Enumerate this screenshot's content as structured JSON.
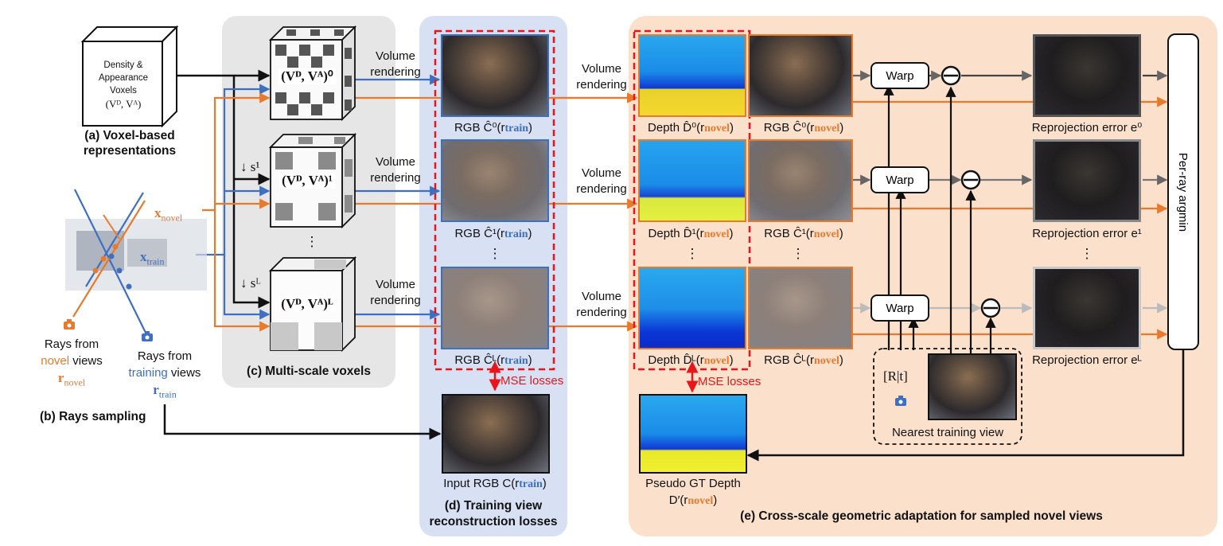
{
  "voxel_box": {
    "line1": "Density &",
    "line2": "Appearance",
    "line3": "Voxels",
    "line4": "(Vᴰ, Vᴬ)"
  },
  "section_a": "(a) Voxel-based representations",
  "section_a_line1": "(a) Voxel-based",
  "section_a_line2": "representations",
  "section_b": "(b) Rays sampling",
  "section_c": "(c) Multi-scale voxels",
  "section_d_line1": "(d) Training view",
  "section_d_line2": "reconstruction losses",
  "section_e": "(e) Cross-scale geometric adaptation for sampled novel views",
  "rays": {
    "x_novel": "x",
    "x_novel_sub": "novel",
    "x_train": "x",
    "x_train_sub": "train",
    "novel_line1": "Rays from",
    "novel_line2_a": "novel",
    "novel_line2_b": " views",
    "novel_r": "r",
    "novel_r_sub": "novel",
    "train_line1": "Rays from",
    "train_line2_a": "training",
    "train_line2_b": " views",
    "train_r": "r",
    "train_r_sub": "train"
  },
  "multiscale": {
    "v0": "(Vᴰ, Vᴬ)⁰",
    "v1": "(Vᴰ, Vᴬ)¹",
    "vL": "(Vᴰ, Vᴬ)ᴸ",
    "s1": "↓ s¹",
    "sL": "↓ sᴸ",
    "dots": "⋮"
  },
  "volume_rendering_1": "Volume",
  "volume_rendering_2": "rendering",
  "training": {
    "rgb0": "RGB Ĉ⁰(r",
    "rgb1": "RGB Ĉ¹(r",
    "rgbL": "RGB Ĉᴸ(r",
    "sub": "train",
    "close": ")",
    "dots": "⋮",
    "mse": "MSE losses",
    "input_rgb": "Input RGB C(r"
  },
  "novel": {
    "depth0": "Depth D̂⁰(r",
    "depth1": "Depth D̂¹(r",
    "depthL": "Depth D̂ᴸ(r",
    "rgb0": "RGB Ĉ⁰(r",
    "rgb1": "RGB Ĉ¹(r",
    "rgbL": "RGB Ĉᴸ(r",
    "sub": "novel",
    "close": ")",
    "dots": "⋮",
    "mse": "MSE losses",
    "pseudo_line1": "Pseudo GT Depth",
    "pseudo_line2": "D′(r",
    "warp": "Warp",
    "rt": "[R|t]",
    "nearest": "Nearest training view",
    "reproj0": "Reprojection error e⁰",
    "reproj1": "Reprojection error e¹",
    "reprojL": "Reprojection error eᴸ",
    "argmin": "Per-ray argmin"
  },
  "colors": {
    "orange": "#e87a2d",
    "blue": "#3f6fc0",
    "red": "#e8151b",
    "panel_gray": "#e6e6e6",
    "panel_blue": "#d7e1f3",
    "panel_peach": "#fbe0cc"
  },
  "icons": [
    "camera-icon",
    "minus-circle-icon"
  ]
}
